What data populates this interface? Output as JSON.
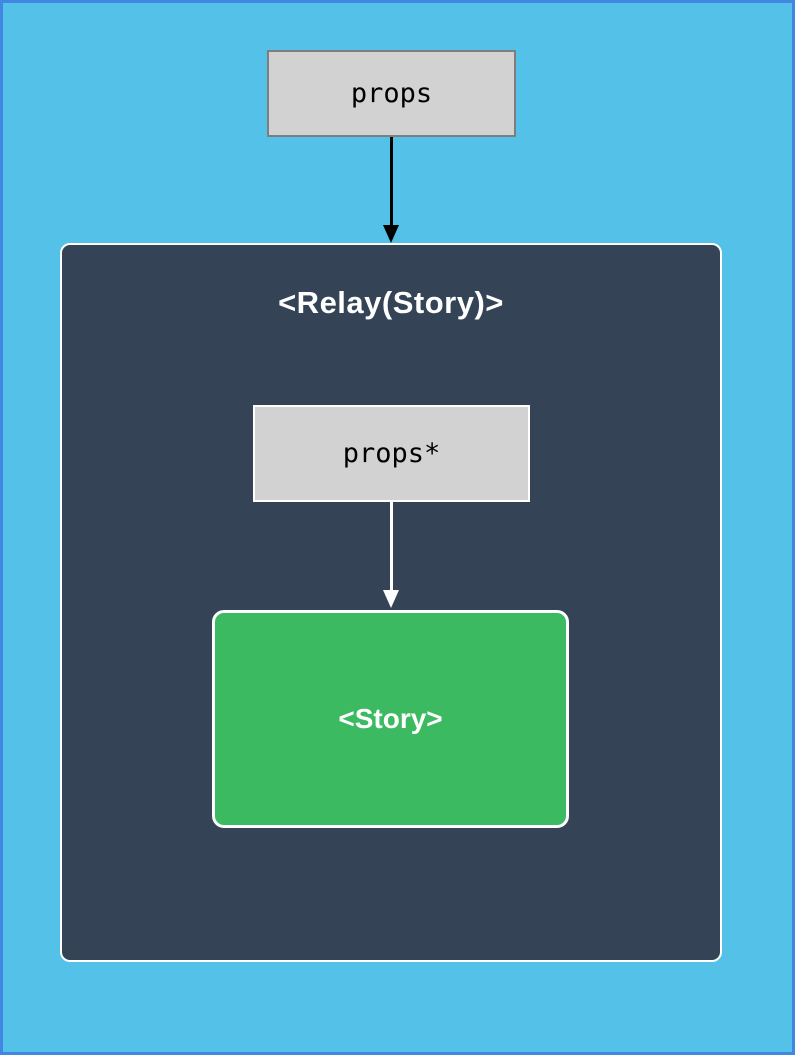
{
  "diagram": {
    "props_node": {
      "label": "props"
    },
    "relay": {
      "title": "<Relay(Story)>",
      "props_star_node": {
        "label": "props*"
      },
      "story_node": {
        "label": "<Story>"
      }
    }
  },
  "colors": {
    "background": "#54C1E8",
    "frame_border": "#4186E0",
    "container_fill": "#344355",
    "container_border": "#FFFFFF",
    "node_fill": "#D2D2D2",
    "node_border_outer": "#7E7E7E",
    "node_border_inner": "#FFFFFF",
    "story_fill": "#3CBA61",
    "arrow_outer": "#000000",
    "arrow_inner": "#FFFFFF",
    "text_dark": "#000000",
    "text_light": "#FFFFFF"
  }
}
